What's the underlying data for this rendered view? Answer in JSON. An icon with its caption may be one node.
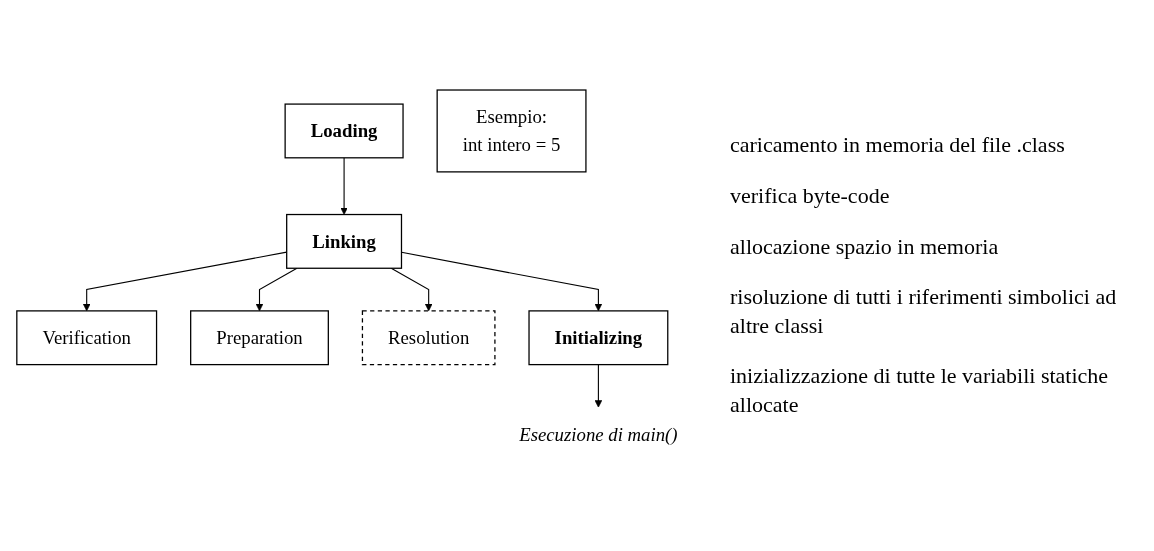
{
  "diagram": {
    "nodes": [
      {
        "text": [
          "Loading"
        ]
      },
      {
        "text": [
          "Linking"
        ]
      },
      {
        "text": [
          "Verification"
        ]
      },
      {
        "text": [
          "Preparation"
        ]
      },
      {
        "text": [
          "Resolution"
        ]
      },
      {
        "text": [
          "Initializing"
        ]
      },
      {
        "text": [
          "Esecuzione di main()"
        ]
      },
      {
        "text": [
          "Esempio:",
          "int intero = 5"
        ]
      }
    ],
    "edges": [
      {
        "from": 0,
        "to": 1,
        "arrow": "to"
      },
      {
        "from": 1,
        "to": 2,
        "arrow": "to"
      },
      {
        "from": 1,
        "to": 3,
        "arrow": "to"
      },
      {
        "from": 1,
        "to": 4,
        "arrow": "to"
      },
      {
        "from": 1,
        "to": 5,
        "arrow": "to"
      },
      {
        "from": 5,
        "to": 6,
        "arrow": "to"
      }
    ],
    "labels": [
      "caricamento in memoria del file .class",
      "verifica byte-code",
      "allocazione spazio in memoria",
      "risoluzione di tutti i riferimenti simbolici ad altre classi",
      "inizializzazione di tutte le variabili statiche allocate"
    ]
  }
}
